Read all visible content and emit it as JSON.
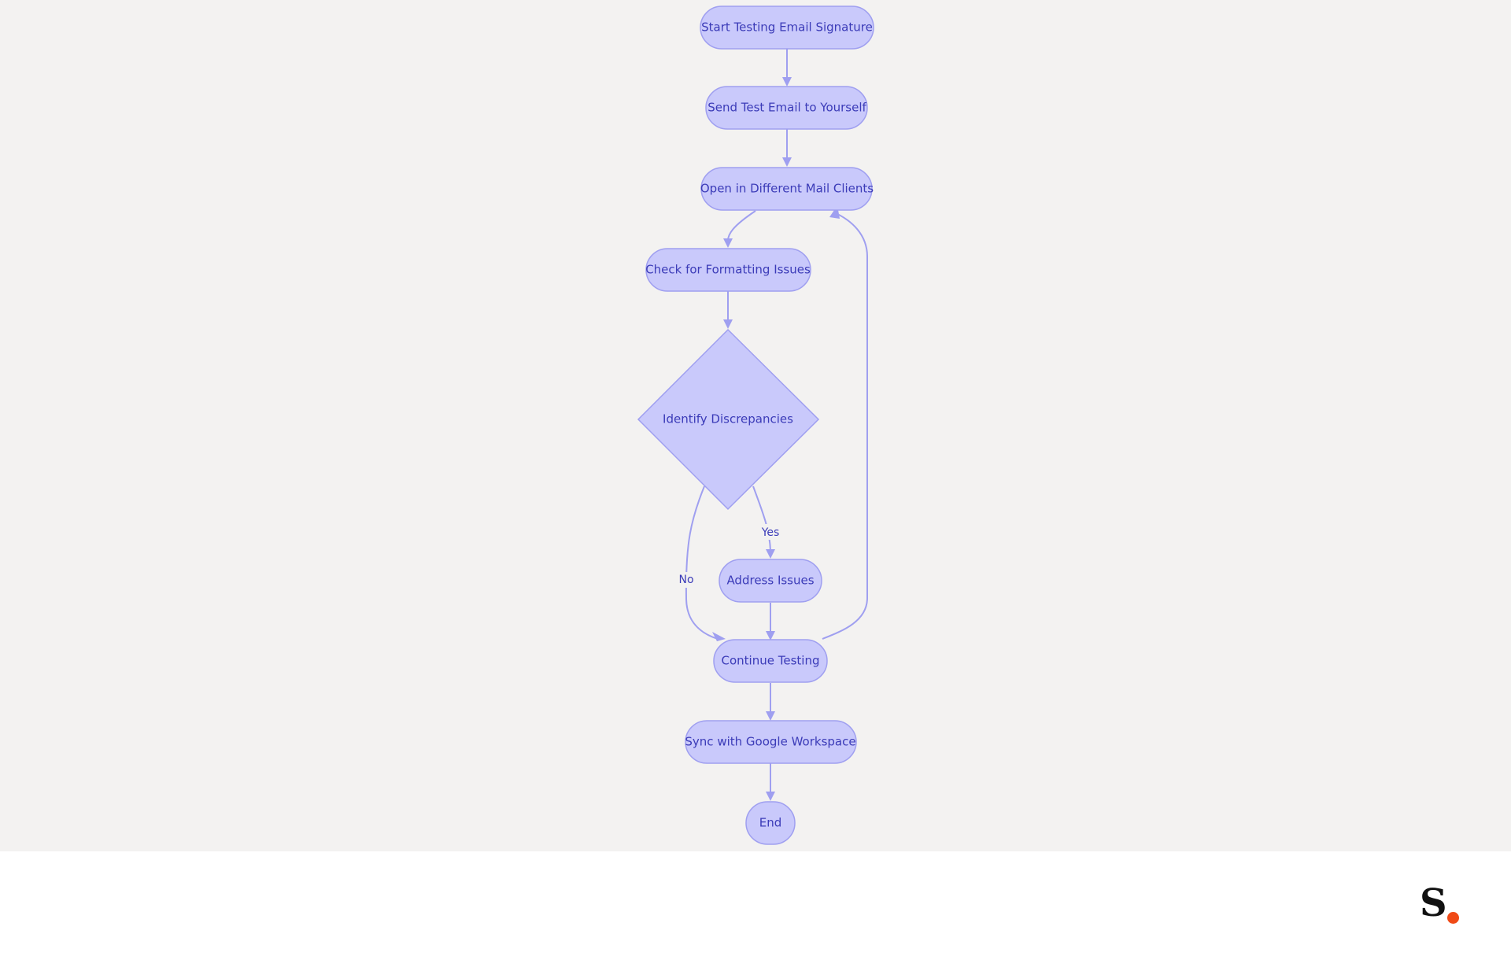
{
  "diagram": {
    "nodes": [
      {
        "id": "start",
        "label": "Start Testing Email Signature",
        "shape": "rounded"
      },
      {
        "id": "send",
        "label": "Send Test Email to Yourself",
        "shape": "rounded"
      },
      {
        "id": "open",
        "label": "Open in Different Mail Clients",
        "shape": "rounded"
      },
      {
        "id": "check",
        "label": "Check for Formatting Issues",
        "shape": "rounded"
      },
      {
        "id": "identify",
        "label": "Identify Discrepancies",
        "shape": "diamond"
      },
      {
        "id": "address",
        "label": "Address Issues",
        "shape": "rounded"
      },
      {
        "id": "continue",
        "label": "Continue Testing",
        "shape": "rounded"
      },
      {
        "id": "sync",
        "label": "Sync with Google Workspace",
        "shape": "rounded"
      },
      {
        "id": "end",
        "label": "End",
        "shape": "rounded"
      }
    ],
    "edges": [
      {
        "from": "start",
        "to": "send",
        "label": ""
      },
      {
        "from": "send",
        "to": "open",
        "label": ""
      },
      {
        "from": "open",
        "to": "check",
        "label": ""
      },
      {
        "from": "check",
        "to": "identify",
        "label": ""
      },
      {
        "from": "identify",
        "to": "address",
        "label": "Yes"
      },
      {
        "from": "identify",
        "to": "continue",
        "label": "No"
      },
      {
        "from": "address",
        "to": "continue",
        "label": ""
      },
      {
        "from": "continue",
        "to": "open",
        "label": ""
      },
      {
        "from": "continue",
        "to": "sync",
        "label": ""
      },
      {
        "from": "sync",
        "to": "end",
        "label": ""
      }
    ],
    "colors": {
      "node_fill": "#c9c9fb",
      "node_stroke": "#9f9ff0",
      "text": "#3b3bb8",
      "edge": "#9f9ff0",
      "background": "#f3f2f1"
    }
  },
  "brand": {
    "logo_letter": "S",
    "logo_dot_color": "#f04a16"
  }
}
